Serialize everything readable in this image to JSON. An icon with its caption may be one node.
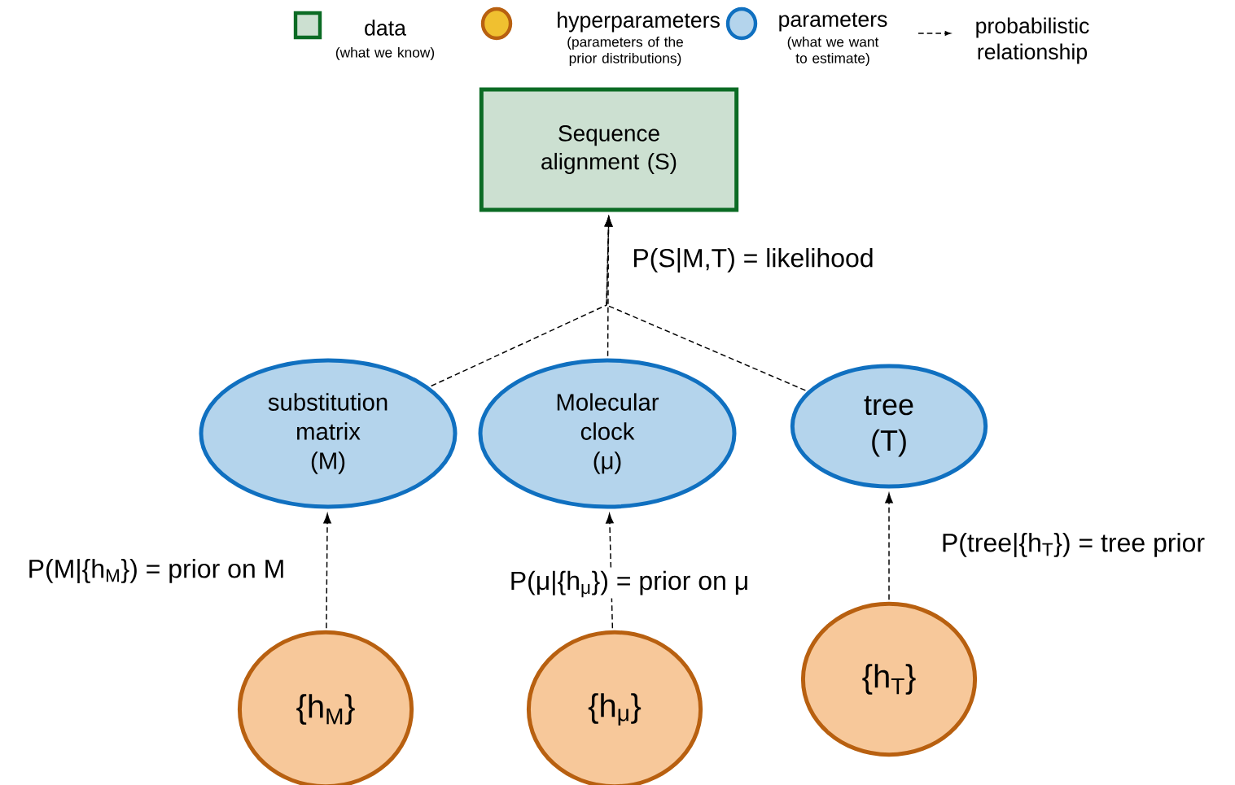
{
  "diagram": {
    "nodes": [
      {
        "text": [
          "Sequence alignment (S)"
        ]
      },
      {
        "text": [
          "substitution matrix (M)"
        ]
      },
      {
        "text": [
          "Molecular clock (μ)"
        ]
      },
      {
        "text": [
          "tree (T)"
        ]
      },
      {
        "text": [
          "{h$_{M}$}"
        ]
      },
      {
        "text": [
          "{h$_{μ}$}"
        ]
      },
      {
        "text": [
          "{h$_{T}$}"
        ]
      }
    ],
    "edges": [
      {
        "from": 1,
        "to": 0,
        "arrow": "to",
        "style": "dashed"
      },
      {
        "from": 2,
        "to": 0,
        "arrow": "to",
        "style": "dashed",
        "label": "P(S|M,T) = likelihood"
      },
      {
        "from": 3,
        "to": 0,
        "arrow": "to",
        "style": "dashed"
      },
      {
        "from": 4,
        "to": 1,
        "arrow": "to",
        "style": "dashed",
        "label": "P(M|{h$_{M}$}) = prior on M"
      },
      {
        "from": 5,
        "to": 2,
        "arrow": "to",
        "style": "dashed",
        "label": "P(μ|{h$_{μ}$}) = prior on μ"
      },
      {
        "from": 6,
        "to": 3,
        "arrow": "to",
        "style": "dashed",
        "label": "P(tree|{h$_{T}$}) = tree prior"
      }
    ],
    "labels": [
      "(what we know)",
      "(parameters of the prior distributions)",
      "(what we want to estimate)"
    ],
    "legend": [
      {
        "text": "data",
        "color": "#cce0d1"
      },
      {
        "text": "hyperparameters",
        "color": "#f0c030"
      },
      {
        "text": "parameters",
        "color": "#b4d4ec"
      },
      {
        "text": "probabilistic relationship"
      }
    ]
  }
}
